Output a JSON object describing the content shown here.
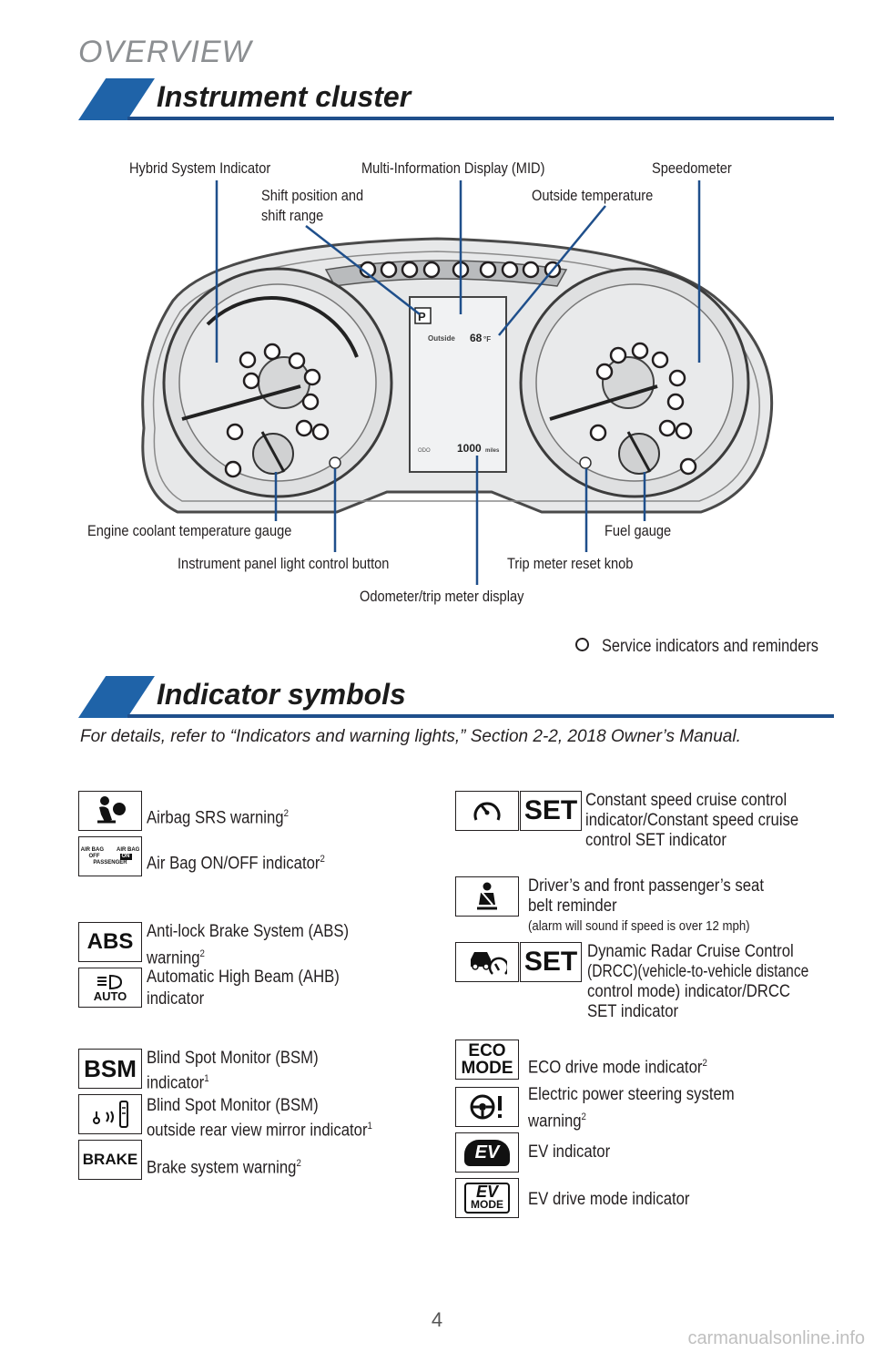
{
  "header": {
    "section": "OVERVIEW"
  },
  "cluster_section": {
    "title": "Instrument cluster",
    "labels": {
      "hybrid": "Hybrid System Indicator",
      "mid": "Multi-Information Display (MID)",
      "speedometer": "Speedometer",
      "shift_line1": "Shift position and",
      "shift_line2": "shift range",
      "outside_temp": "Outside temperature",
      "coolant": "Engine coolant temperature gauge",
      "fuel": "Fuel gauge",
      "panel_light": "Instrument panel light control button",
      "trip_reset": "Trip meter reset knob",
      "odometer": "Odometer/trip meter display"
    },
    "display": {
      "shift": "P",
      "outside_label": "Outside",
      "outside_value": "68",
      "outside_unit": "°F",
      "odo_label": "ODO",
      "odo_value": "1000",
      "odo_unit": "miles"
    },
    "legend": "Service indicators and reminders"
  },
  "symbols_section": {
    "title": "Indicator symbols",
    "intro": "For details, refer to “Indicators and warning lights,” Section 2-2, 2018 Owner’s Manual.",
    "left": [
      {
        "text": "Airbag SRS warning",
        "sup": "2"
      },
      {
        "text": "Air Bag ON/OFF indicator",
        "sup": "2",
        "icon": {
          "top_l": "AIR BAG",
          "top_r": "AIR BAG",
          "off": "OFF",
          "on": "ON",
          "passenger": "PASSENGER"
        }
      },
      {
        "l1": "Anti-lock Brake System (ABS)",
        "l2": "warning",
        "sup": "2",
        "icon": "ABS"
      },
      {
        "l1": "Automatic High Beam (AHB)",
        "l2": "indicator",
        "icon": "AUTO"
      },
      {
        "l1": "Blind Spot Monitor (BSM)",
        "l2": "indicator",
        "sup": "1",
        "icon": "BSM"
      },
      {
        "l1": "Blind Spot Monitor (BSM)",
        "l2": "outside rear view mirror indicator",
        "sup": "1"
      },
      {
        "text": "Brake system warning",
        "sup": "2",
        "icon": "BRAKE"
      }
    ],
    "right": [
      {
        "l1": "Constant speed cruise control",
        "l2": "indicator/Constant speed cruise",
        "l3": "control SET indicator",
        "icon": "SET"
      },
      {
        "l1": "Driver’s and front passenger’s seat",
        "l2": "belt reminder",
        "l3": "(alarm will sound if speed is over 12 mph)"
      },
      {
        "l1": "Dynamic Radar Cruise Control",
        "l2": "(DRCC)(vehicle-to-vehicle distance",
        "l3": "control mode) indicator/DRCC",
        "l4": "SET indicator",
        "icon": "SET"
      },
      {
        "text": "ECO drive mode indicator",
        "sup": "2",
        "icon_l1": "ECO",
        "icon_l2": "MODE"
      },
      {
        "l1": "Electric power steering system",
        "l2": "warning",
        "sup": "2"
      },
      {
        "text": "EV indicator",
        "icon": "EV"
      },
      {
        "text": "EV drive mode indicator",
        "icon_l1": "EV",
        "icon_l2": "MODE"
      }
    ]
  },
  "footer": {
    "page": "4",
    "watermark": "carmanualsonline.info"
  }
}
